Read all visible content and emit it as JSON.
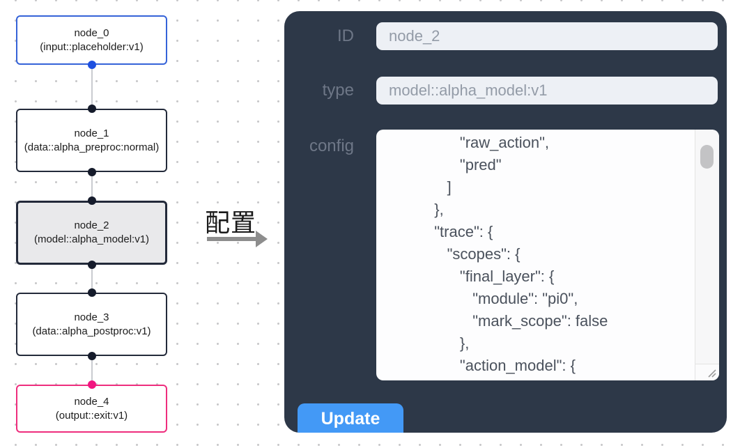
{
  "canvas": {
    "nodes": [
      {
        "id": "node_0",
        "label": "node_0",
        "type_line": "(input::placeholder:v1)",
        "variant": "input"
      },
      {
        "id": "node_1",
        "label": "node_1",
        "type_line": "(data::alpha_preproc:normal)",
        "variant": "default"
      },
      {
        "id": "node_2",
        "label": "node_2",
        "type_line": "(model::alpha_model:v1)",
        "variant": "selected"
      },
      {
        "id": "node_3",
        "label": "node_3",
        "type_line": "(data::alpha_postproc:v1)",
        "variant": "default"
      },
      {
        "id": "node_4",
        "label": "node_4",
        "type_line": "(output::exit:v1)",
        "variant": "output"
      }
    ],
    "colors": {
      "node_border": "#232a3a",
      "node_input_border": "#3563d8",
      "node_output_border": "#ee2d7d",
      "node_selected_bg": "#e9e9eb",
      "port_blue": "#1d50e0",
      "port_dark": "#151b2b",
      "port_pink": "#f11580",
      "edge": "#c9cbd0"
    }
  },
  "transition": {
    "label": "配置"
  },
  "panel": {
    "bg_color": "#2d3848",
    "fields": [
      {
        "label": "ID",
        "value": "node_2"
      },
      {
        "label": "type",
        "value": "model::alpha_model:v1"
      }
    ],
    "config_label": "config",
    "config_lines": [
      "                 \"raw_action\",",
      "                 \"pred\"",
      "              ]",
      "           },",
      "           \"trace\": {",
      "              \"scopes\": {",
      "                 \"final_layer\": {",
      "                    \"module\": \"pi0\",",
      "                    \"mark_scope\": false",
      "                 },",
      "                 \"action_model\": {"
    ],
    "update_label": "Update",
    "button_color": "#4399f6"
  }
}
